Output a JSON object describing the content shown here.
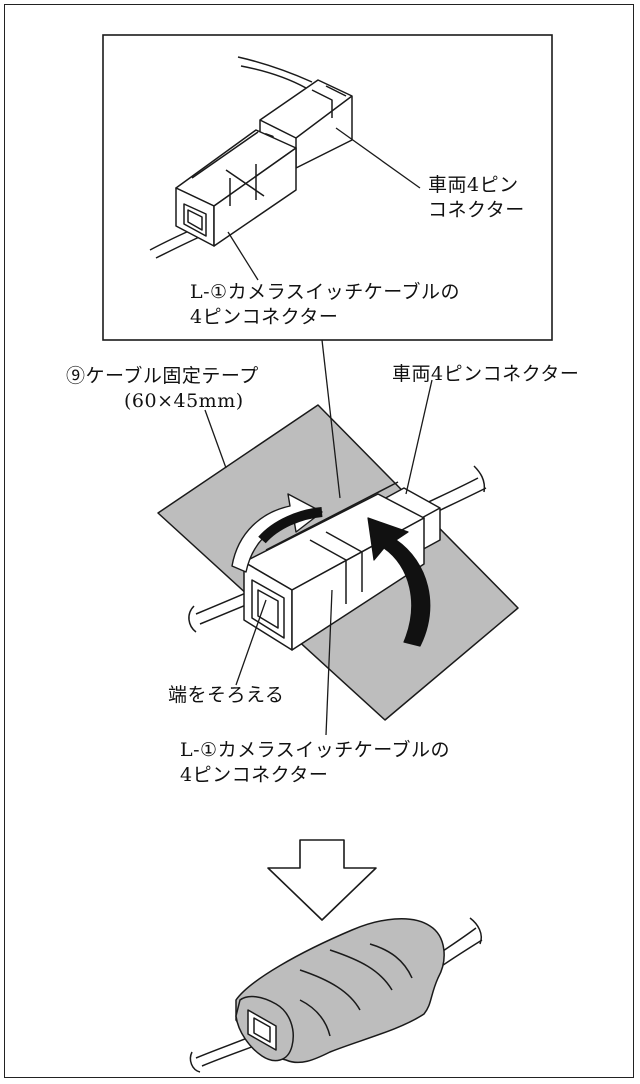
{
  "figure": {
    "inset_labels": {
      "vehicle_connector": [
        "車両4ピン",
        "コネクター"
      ],
      "camera_connector": [
        "L-①カメラスイッチケーブルの",
        "4ピンコネクター"
      ]
    },
    "main_labels": {
      "tape": [
        "⑨ケーブル固定テープ",
        "(60×45mm)"
      ],
      "vehicle_connector": "車両4ピンコネクター",
      "align_edges": "端をそろえる",
      "camera_connector": [
        "L-①カメラスイッチケーブルの",
        "4ピンコネクター"
      ]
    },
    "colors": {
      "tape_fill": "#bdbdbd",
      "line": "#1a1a1a",
      "arrow_fill": "#111111"
    },
    "icons": [
      "down-arrow-outline-icon",
      "fold-arrow-icon"
    ]
  }
}
